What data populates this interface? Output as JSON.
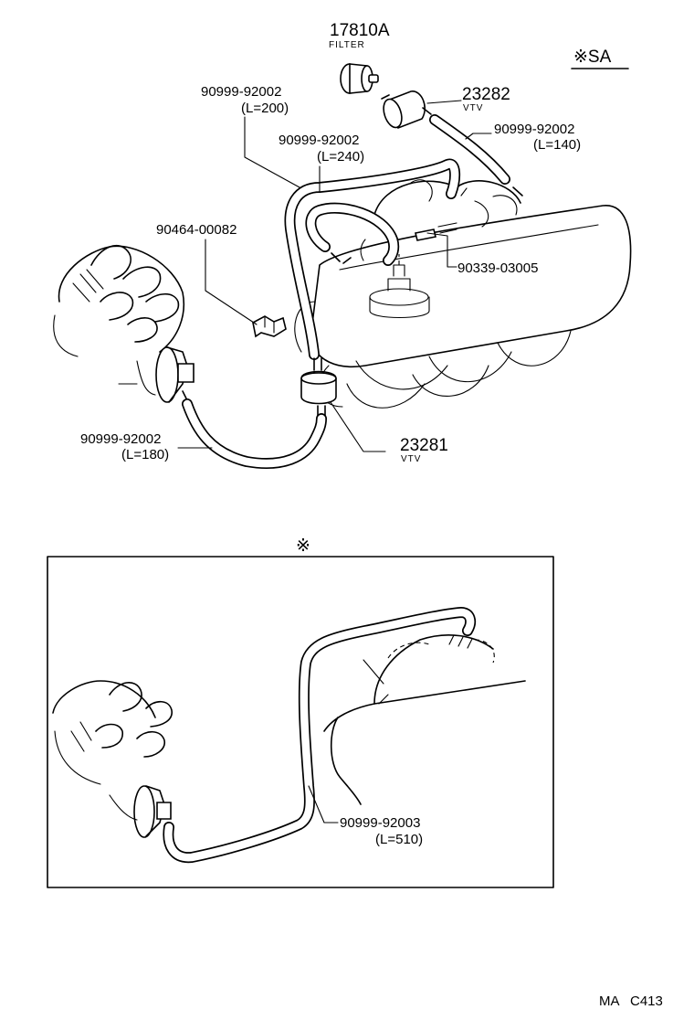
{
  "parts": {
    "filter_no": "17810A",
    "filter_label": "FILTER",
    "sa_mark": "※SA",
    "vtv_top_no": "23282",
    "vtv_top_label": "VTV",
    "hose_200_no": "90999-92002",
    "hose_200_len": "(L=200)",
    "hose_240_no": "90999-92002",
    "hose_240_len": "(L=240)",
    "hose_140_no": "90999-92002",
    "hose_140_len": "(L=140)",
    "clip_no": "90464-00082",
    "plug_no": "90339-03005",
    "hose_180_no": "90999-92002",
    "hose_180_len": "(L=180)",
    "vtv_bottom_no": "23281",
    "vtv_bottom_label": "VTV"
  },
  "inset": {
    "mark": "※",
    "hose_no": "90999-92003",
    "hose_len": "(L=510)"
  },
  "footer": {
    "code_left": "MA",
    "code_right": "C413"
  }
}
